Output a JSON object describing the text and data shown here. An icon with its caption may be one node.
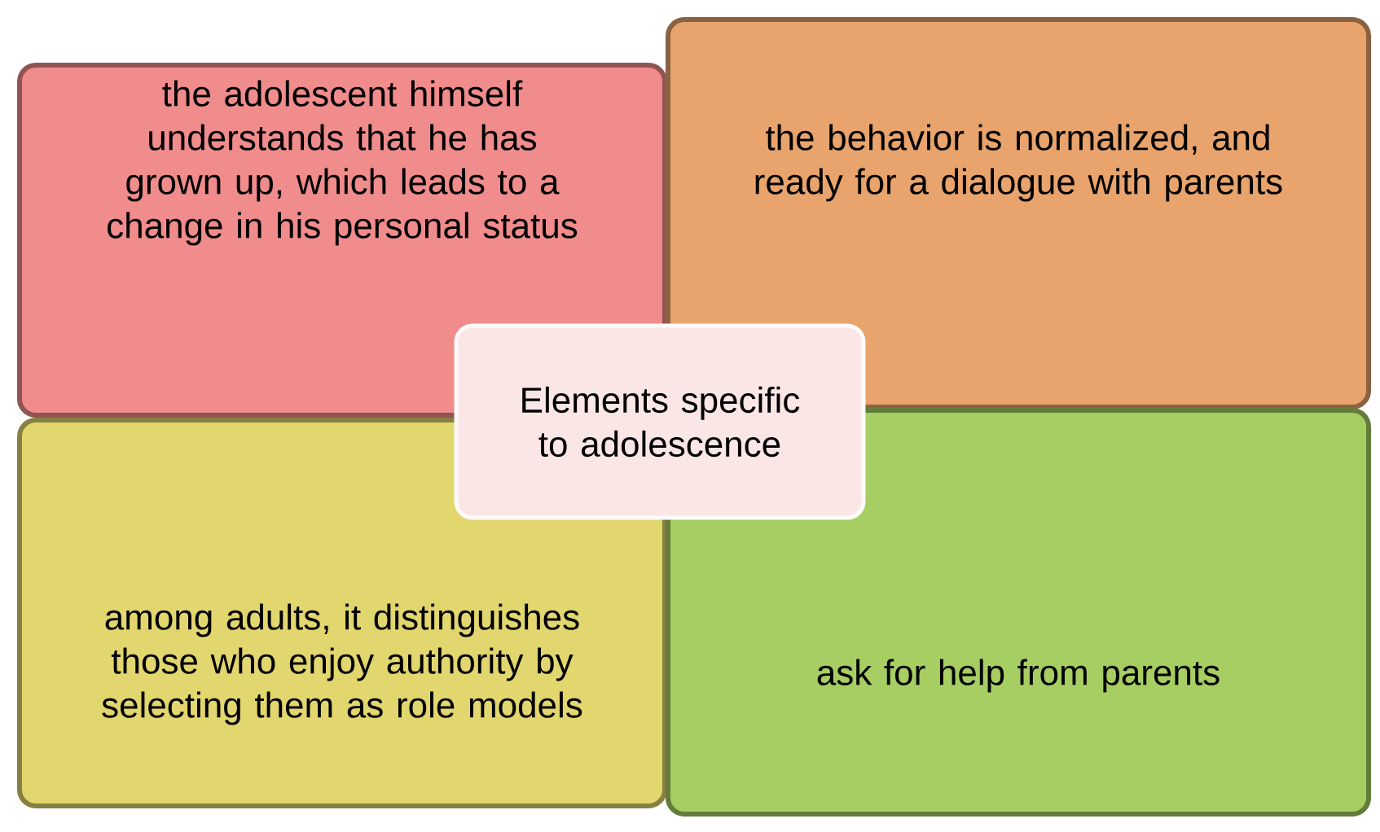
{
  "diagram": {
    "nodes": [
      {
        "text": [
          "the adolescent himself understands that he has grown up, which leads to a change in his personal status"
        ]
      },
      {
        "text": [
          "the behavior is normalized, and ready for a dialogue with parents"
        ]
      },
      {
        "text": [
          "Elements specific to adolescence"
        ]
      },
      {
        "text": [
          "among adults, it distinguishes those who enjoy authority by selecting them as role models"
        ]
      },
      {
        "text": [
          "ask for help from parents"
        ]
      }
    ]
  }
}
